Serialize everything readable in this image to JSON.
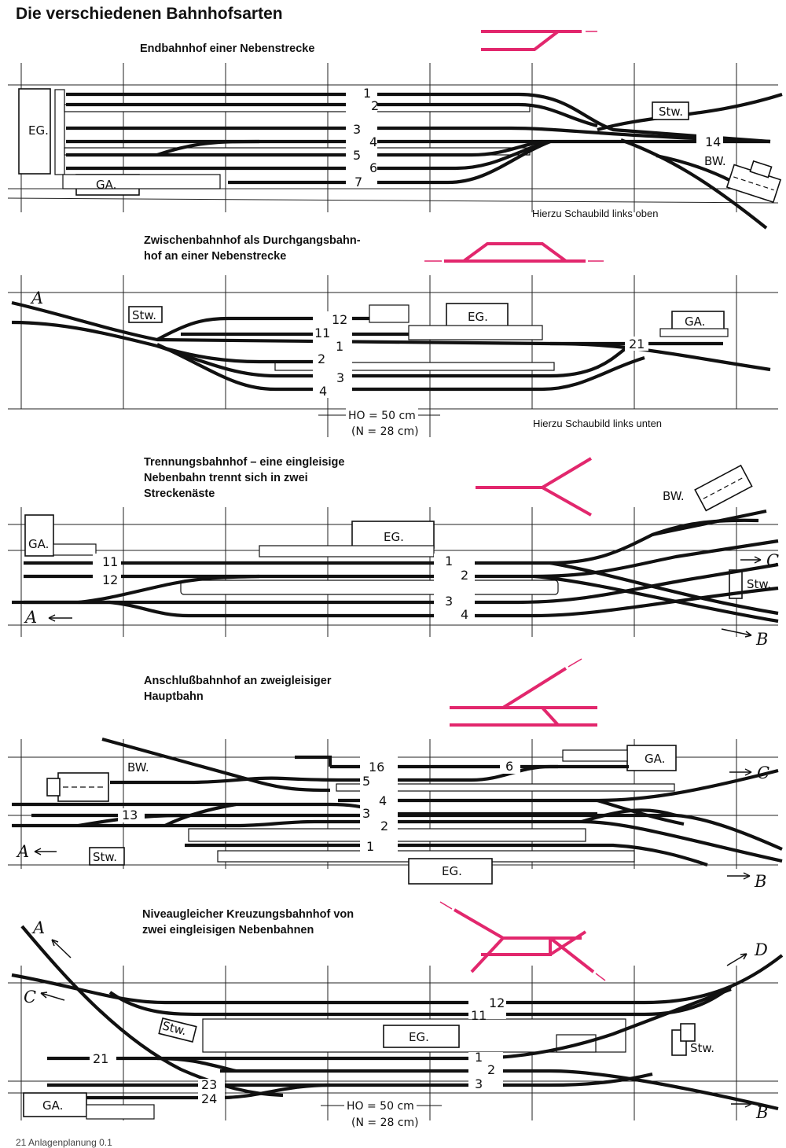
{
  "page_title": "Die verschiedenen Bahnhofsarten",
  "sections": [
    {
      "title": "Endbahnhof einer Nebenstrecke",
      "note": "Hierzu Schaubild links oben"
    },
    {
      "title": "Zwischenbahnhof als Durchgangsbahn-\nhof an einer Nebenstrecke",
      "note": "Hierzu Schaubild links unten"
    },
    {
      "title": "Trennungsbahnhof – eine eingleisige\nNebenbahn trennt sich in zwei\nStreckenäste",
      "note": ""
    },
    {
      "title": "Anschlußbahnhof an zweigleisiger\nHauptbahn",
      "note": ""
    },
    {
      "title": "Niveaugleicher Kreuzungsbahnhof von\nzwei eingleisigen Nebenbahnen",
      "note": ""
    }
  ],
  "labels": {
    "eg": "EG.",
    "ga": "GA.",
    "stw": "Stw.",
    "bw": "BW.",
    "a": "A",
    "b": "B",
    "c": "C",
    "d": "D",
    "dim_ho": "HO = 50 cm",
    "dim_n": "(N = 28 cm)"
  },
  "tracks": {
    "s1": [
      "1",
      "2",
      "3",
      "4",
      "5",
      "6",
      "7",
      "14"
    ],
    "s2": [
      "12",
      "11",
      "1",
      "2",
      "3",
      "4",
      "21"
    ],
    "s3": [
      "11",
      "12",
      "1",
      "2",
      "3",
      "4"
    ],
    "s4": [
      "16",
      "6",
      "5",
      "4",
      "13",
      "3",
      "2",
      "1"
    ],
    "s5": [
      "12",
      "11",
      "21",
      "1",
      "2",
      "23",
      "24",
      "3"
    ]
  },
  "footer": "21   Anlagenplanung 0.1",
  "colors": {
    "accent_pink": "#e2276d",
    "track": "#111111"
  }
}
